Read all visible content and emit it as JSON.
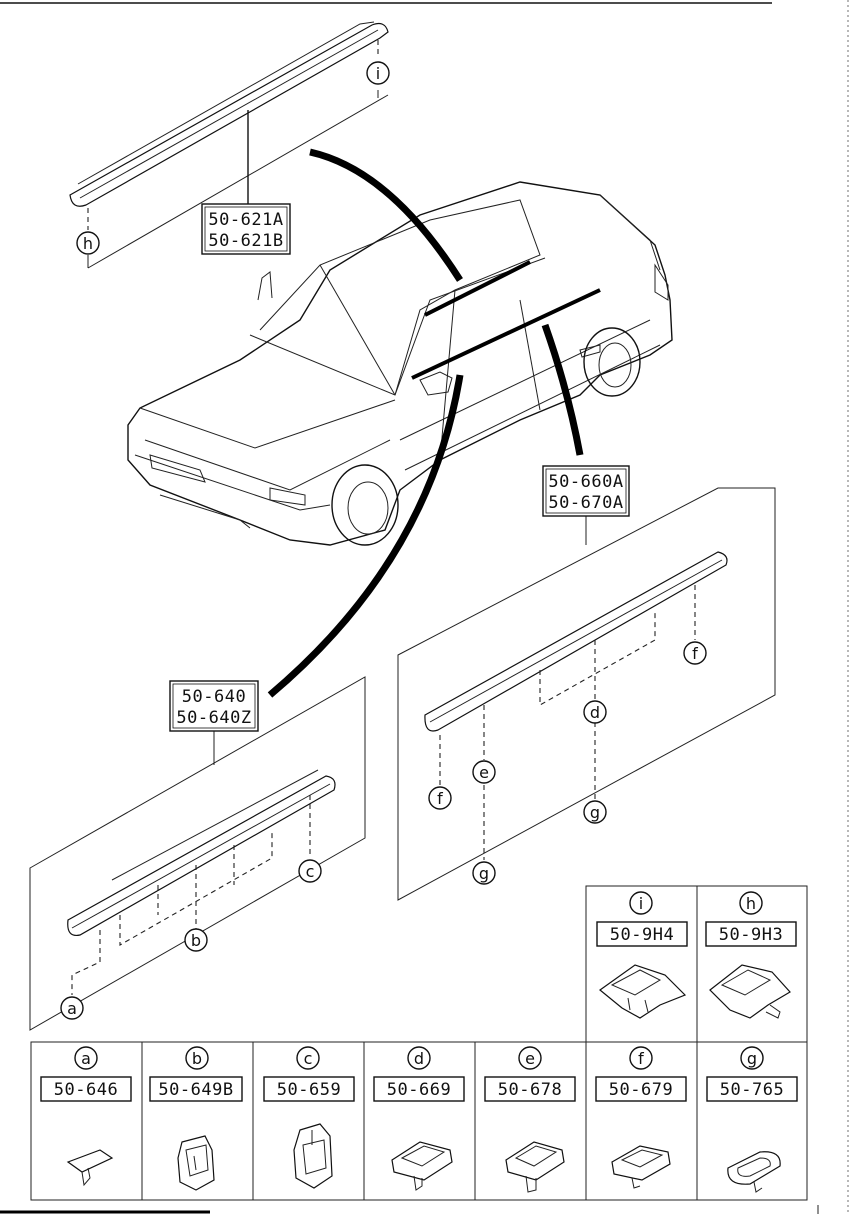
{
  "roof_molding": {
    "part_numbers": [
      "50-621A",
      "50-621B"
    ],
    "callouts": [
      "i",
      "h"
    ]
  },
  "belt_molding_rear": {
    "part_numbers": [
      "50-660A",
      "50-670A"
    ],
    "callouts": [
      "f",
      "d",
      "e",
      "f",
      "g",
      "g"
    ]
  },
  "belt_molding_front": {
    "part_numbers": [
      "50-640",
      "50-640Z"
    ],
    "callouts": [
      "c",
      "b",
      "a"
    ]
  },
  "clips_top": [
    {
      "letter": "i",
      "part": "50-9H4"
    },
    {
      "letter": "h",
      "part": "50-9H3"
    }
  ],
  "clips_bottom": [
    {
      "letter": "a",
      "part": "50-646"
    },
    {
      "letter": "b",
      "part": "50-649B"
    },
    {
      "letter": "c",
      "part": "50-659"
    },
    {
      "letter": "d",
      "part": "50-669"
    },
    {
      "letter": "e",
      "part": "50-678"
    },
    {
      "letter": "f",
      "part": "50-679"
    },
    {
      "letter": "g",
      "part": "50-765"
    }
  ]
}
